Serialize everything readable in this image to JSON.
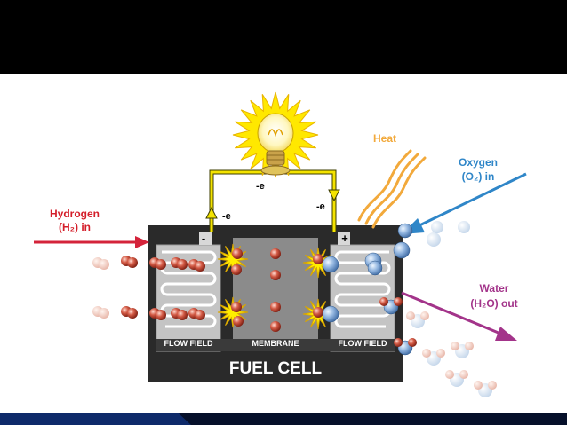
{
  "labels": {
    "hydrogen_line1": "Hydrogen",
    "hydrogen_line2": "(H₂) in",
    "oxygen_line1": "Oxygen",
    "oxygen_line2": "(O₂) in",
    "water_line1": "Water",
    "water_line2": "(H₂O) out",
    "heat": "Heat",
    "electron_top": "-e",
    "electron_left": "-e",
    "electron_right": "-e",
    "minus": "-",
    "plus": "+",
    "flow_field_left": "FLOW FIELD",
    "membrane": "MEMBRANE",
    "flow_field_right": "FLOW FIELD",
    "fuel_cell": "FUEL CELL"
  },
  "colors": {
    "background": "#000000",
    "panel": "#ffffff",
    "hydrogen_arrow": "#d4233a",
    "oxygen_arrow": "#2f86c8",
    "water_arrow": "#a3348a",
    "heat": "#f2a93b",
    "wire": "#f4e300",
    "cell_body": "#2a2a2a",
    "plate": "#bdbdbd",
    "membrane": "#8a8a8a",
    "label_text": "#d41e2a",
    "hydrogen_atom": "#c94535",
    "oxygen_atom": "#7ea6d4"
  },
  "icons": {
    "bulb": "light-bulb-icon",
    "spark": "spark-burst-icon"
  }
}
